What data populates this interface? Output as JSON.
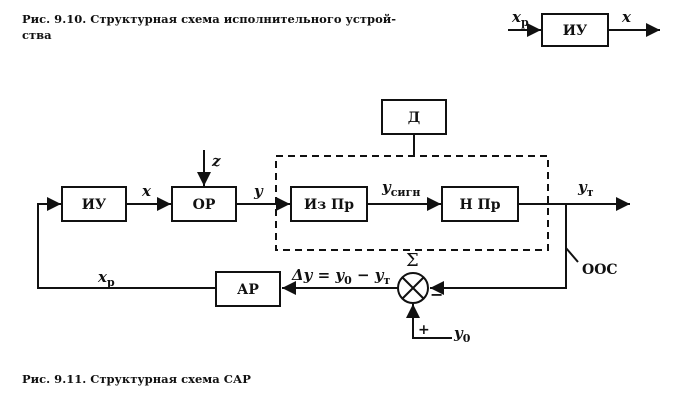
{
  "caption_top": "Рис. 9.10. Структурная схема исполнительного устрой-\nства",
  "caption_bottom": "Рис. 9.11. Структурная схема САР",
  "fig910": {
    "block": "ИУ",
    "input_main": "x",
    "input_sub": "р",
    "output": "x"
  },
  "fig911": {
    "blocks": {
      "iu": "ИУ",
      "op": "ОР",
      "izpr": "Из Пр",
      "npr": "Н Пр",
      "d": "Д",
      "ar": "АР"
    },
    "signals": {
      "x": "x",
      "y": "y",
      "z": "z",
      "ysign_main": "y",
      "ysign_sub": "сигн",
      "yt_main": "y",
      "yt_sub": "т",
      "xp_main": "x",
      "xp_sub": "р",
      "dy_text": "Δy = y",
      "dy_sub0": "0",
      "dy_minus": " − y",
      "dy_subt": "т",
      "y0_main": "y",
      "y0_sub": "0",
      "ooc": "ООС",
      "sigma": "Σ",
      "plus": "+",
      "minus": "−"
    }
  }
}
